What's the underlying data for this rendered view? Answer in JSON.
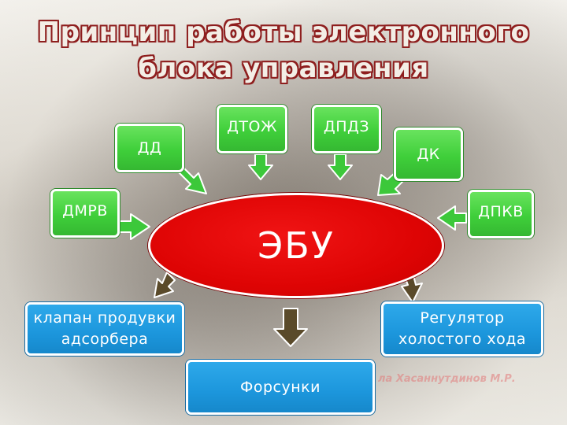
{
  "title": {
    "line1": "Принцип работы электронного",
    "line2": "блока управления"
  },
  "sensors": {
    "dd": "ДД",
    "dtozh": "ДТОЖ",
    "dpdz": "ДПДЗ",
    "dk": "ДК",
    "dmrv": "ДМРВ",
    "dpkv": "ДПКВ"
  },
  "ecu": {
    "label": "ЭБУ"
  },
  "actuators": {
    "purge_valve": "клапан продувки адсорбера",
    "idle_regulator": "Регулятор холостого хода",
    "injectors": "Форсунки"
  },
  "watermark": "ла Хасаннутдинов М.Р.",
  "colors": {
    "sensor_fill": "#46d640",
    "sensor_arrow": "#3cc83a",
    "actuator_fill": "#1c96dc",
    "actuator_arrow": "#5a4a2a",
    "ecu_fill": "#de0404",
    "title_outline": "#8e1e1e"
  }
}
